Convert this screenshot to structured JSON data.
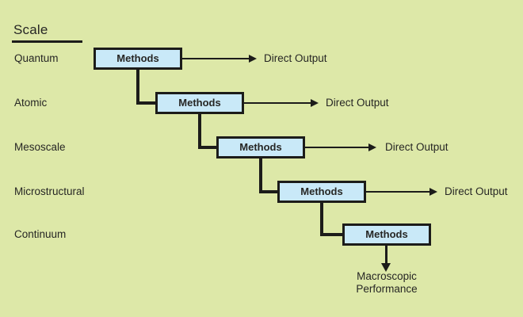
{
  "diagram": {
    "title": "Scale",
    "rows": [
      {
        "scale": "Quantum",
        "method": "Methods",
        "output": "Direct Output"
      },
      {
        "scale": "Atomic",
        "method": "Methods",
        "output": "Direct Output"
      },
      {
        "scale": "Mesoscale",
        "method": "Methods",
        "output": "Direct Output"
      },
      {
        "scale": "Microstructural",
        "method": "Methods",
        "output": "Direct Output"
      },
      {
        "scale": "Continuum",
        "method": "Methods"
      }
    ],
    "final_output": {
      "line1": "Macroscopic",
      "line2": "Performance"
    },
    "colors": {
      "background": "#dde8a8",
      "box_fill": "#c9e9f8",
      "line": "#1c1c1a",
      "text": "#262624"
    }
  }
}
